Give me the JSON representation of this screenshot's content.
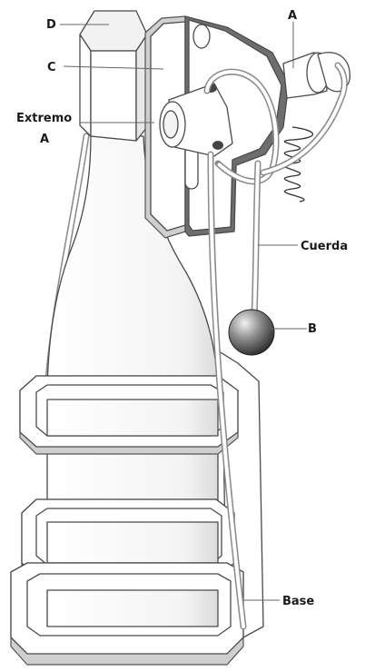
{
  "labels": {
    "d": "D",
    "a_top": "A",
    "c": "C",
    "extremo": "Extremo",
    "extremo_a": "A",
    "cuerda": "Cuerda",
    "b": "B",
    "base": "Base"
  }
}
